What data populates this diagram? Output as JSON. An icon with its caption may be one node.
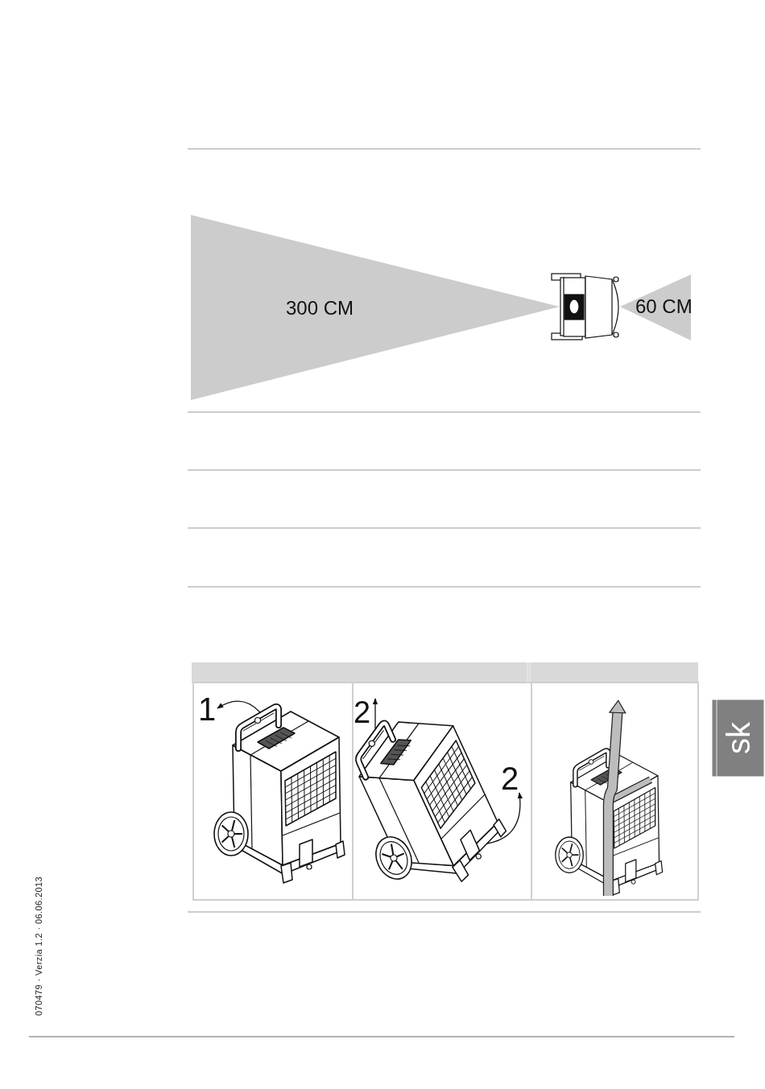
{
  "diagram": {
    "labels": [
      "300 CM",
      "60 CM",
      "1",
      "2",
      "2",
      "sk",
      "070479 · Verzia 1.2 · 06.06.2013"
    ]
  }
}
